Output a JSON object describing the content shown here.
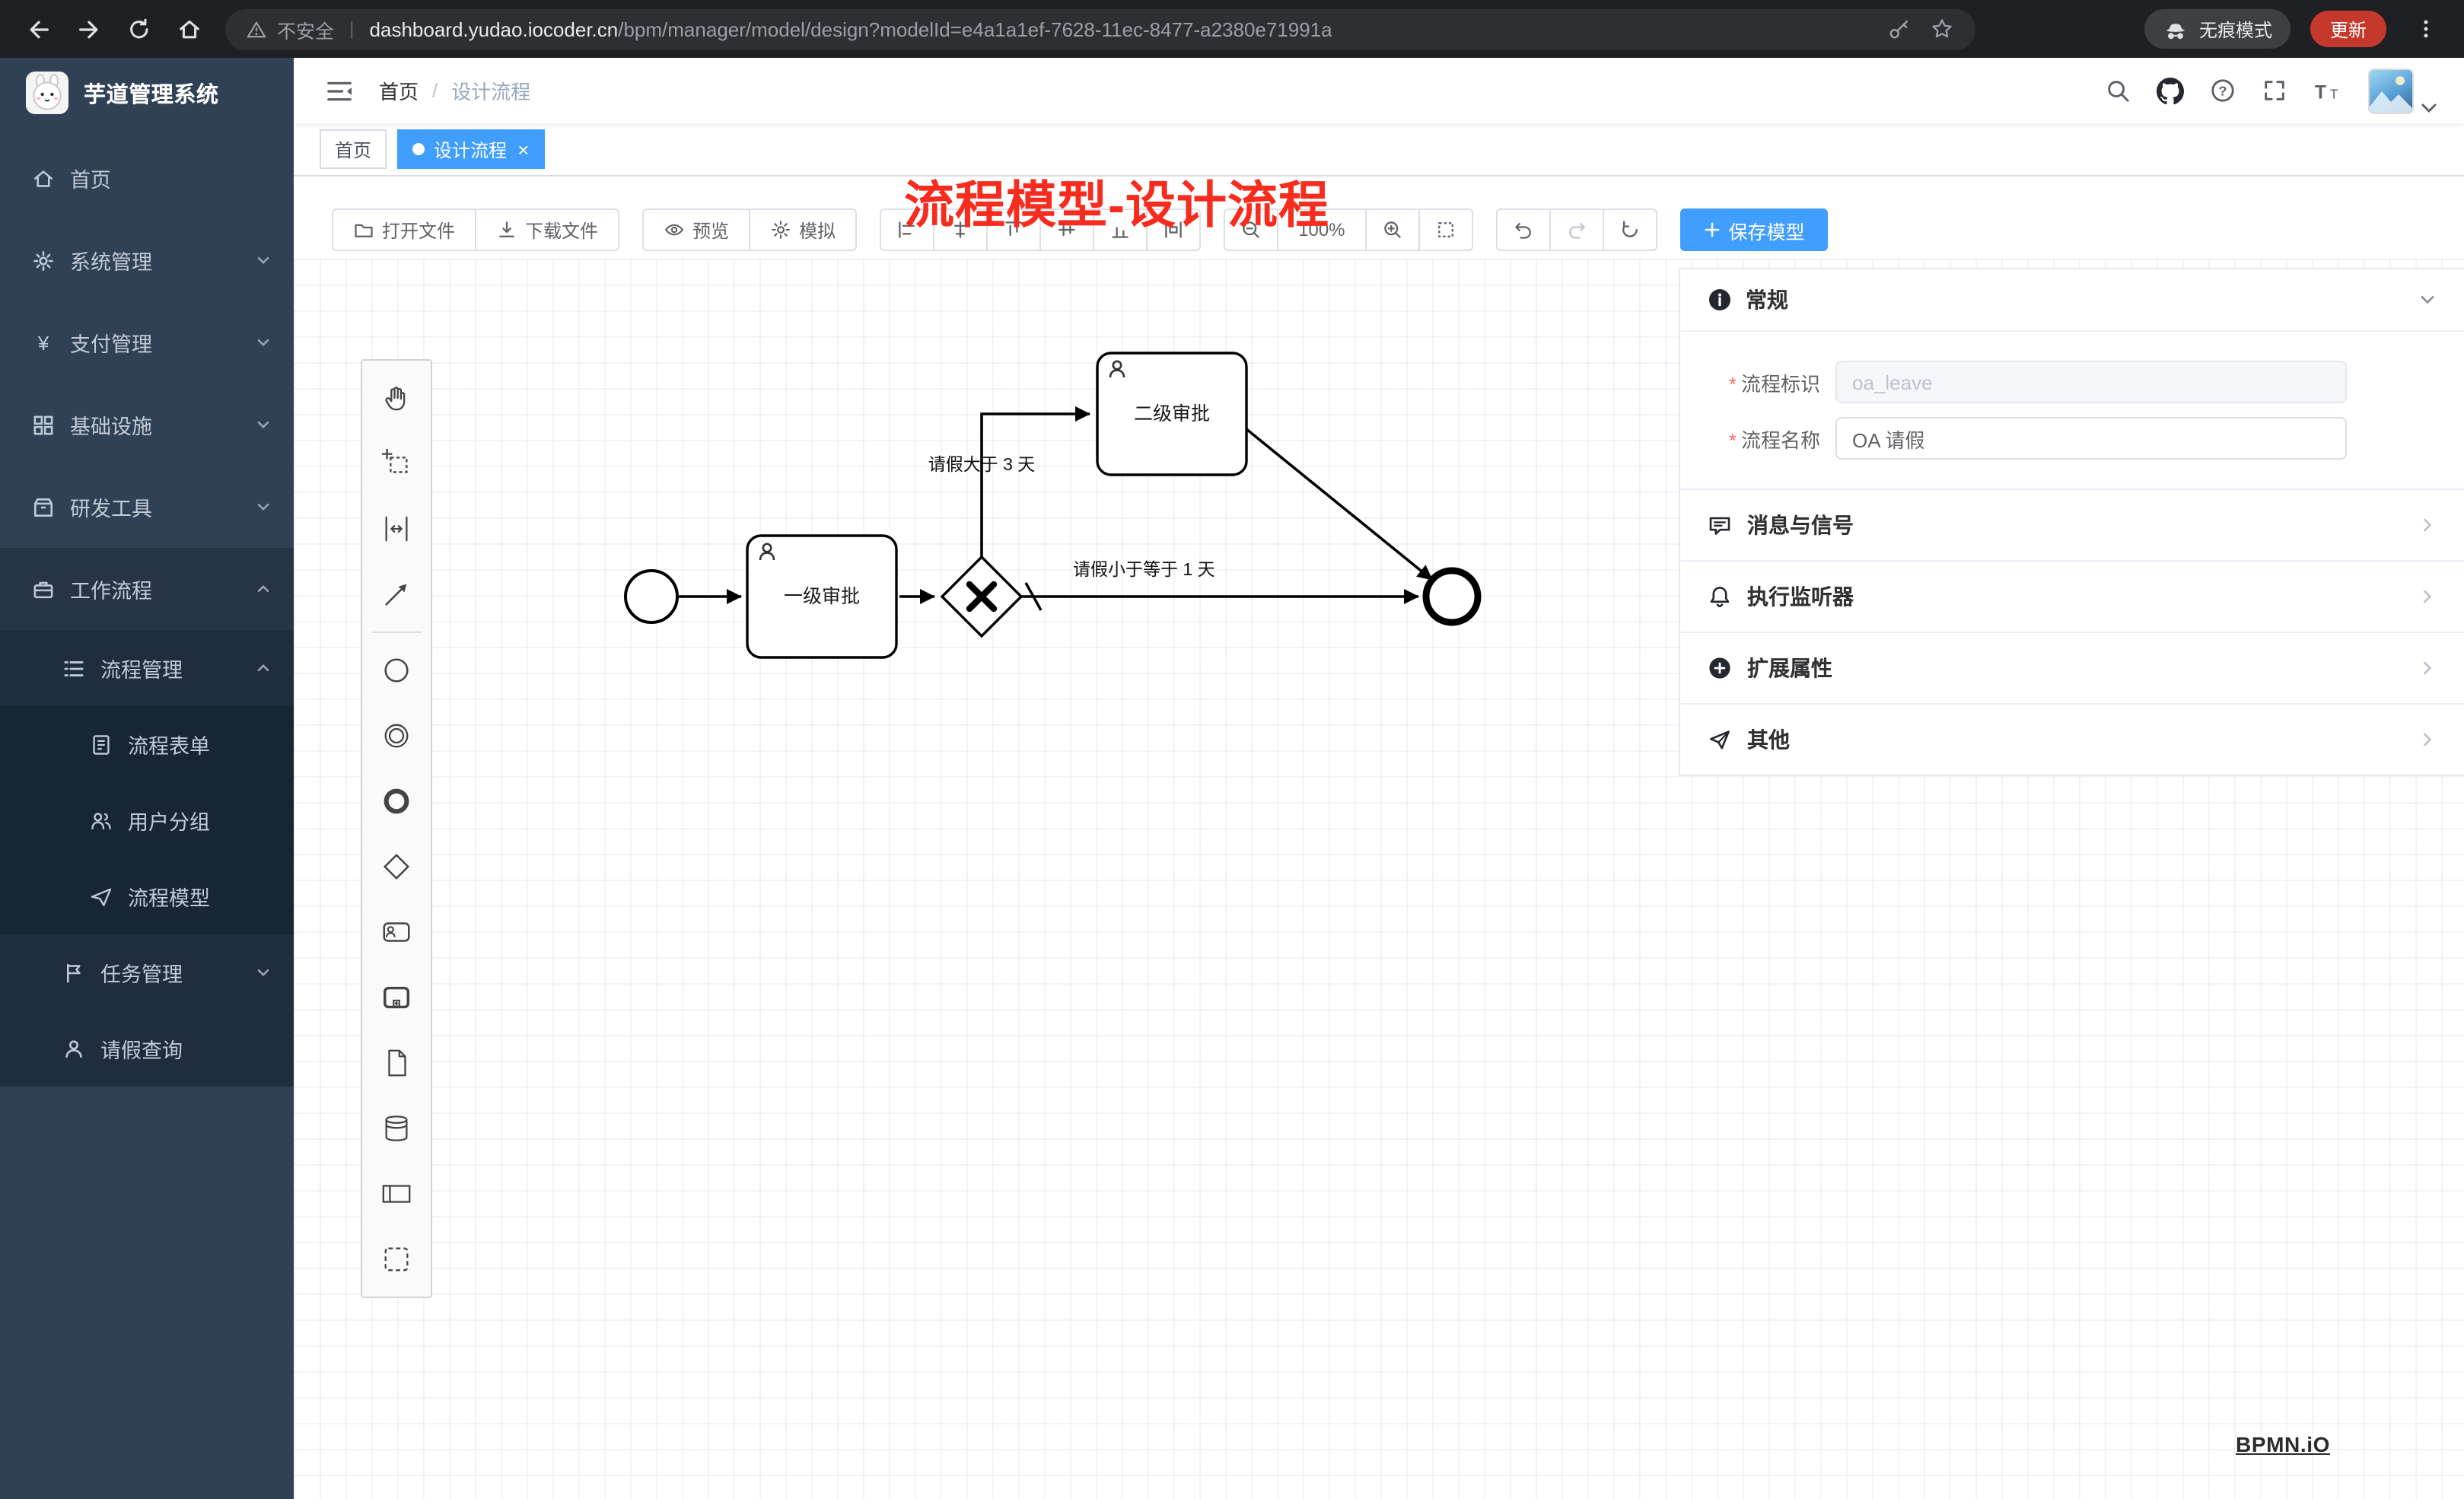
{
  "browser": {
    "security_label": "不安全",
    "url_domain": "dashboard.yudao.iocoder.cn",
    "url_path": "/bpm/manager/model/design?modelId=e4a1a1ef-7628-11ec-8477-a2380e71991a",
    "incognito_label": "无痕模式",
    "update_label": "更新",
    "nav_icons": [
      "back-icon",
      "forward-icon",
      "reload-icon",
      "home-icon",
      "key-icon",
      "star-icon",
      "incognito-icon",
      "menu-dots-icon"
    ]
  },
  "sidebar": {
    "logo_title": "芋道管理系统",
    "items": [
      {
        "label": "首页",
        "level": 1,
        "icon": "home-icon",
        "chevron": ""
      },
      {
        "label": "系统管理",
        "level": 1,
        "icon": "gear-icon",
        "chevron": "down"
      },
      {
        "label": "支付管理",
        "level": 1,
        "icon": "yen-icon",
        "chevron": "down"
      },
      {
        "label": "基础设施",
        "level": 1,
        "icon": "infrastructure-icon",
        "chevron": "down"
      },
      {
        "label": "研发工具",
        "level": 1,
        "icon": "tools-icon",
        "chevron": "down"
      },
      {
        "label": "工作流程",
        "level": 1,
        "icon": "briefcase-icon",
        "chevron": "up"
      },
      {
        "label": "流程管理",
        "level": 2,
        "icon": "list-icon",
        "chevron": "up"
      },
      {
        "label": "流程表单",
        "level": 3,
        "icon": "form-icon",
        "chevron": ""
      },
      {
        "label": "用户分组",
        "level": 3,
        "icon": "user-group-icon",
        "chevron": ""
      },
      {
        "label": "流程模型",
        "level": 3,
        "icon": "paper-plane-icon",
        "chevron": ""
      },
      {
        "label": "任务管理",
        "level": 2,
        "icon": "flag-icon",
        "chevron": "down"
      },
      {
        "label": "请假查询",
        "level": 2,
        "icon": "person-icon",
        "chevron": ""
      }
    ]
  },
  "header": {
    "breadcrumb_home": "首页",
    "breadcrumb_current": "设计流程",
    "annotation": "流程模型-设计流程",
    "action_icons": [
      "search-icon",
      "github-icon",
      "help-icon",
      "fullscreen-icon",
      "font-size-icon",
      "avatar",
      "caret-down-icon"
    ]
  },
  "tags": [
    {
      "label": "首页",
      "active": false
    },
    {
      "label": "设计流程",
      "active": true
    }
  ],
  "toolbar": {
    "open_file": "打开文件",
    "download_file": "下载文件",
    "preview": "预览",
    "simulate": "模拟",
    "zoom_level": "100%",
    "save_model": "保存模型",
    "icon_buttons": [
      "align-left-icon",
      "align-center-icon",
      "align-top-icon",
      "align-middle-icon",
      "align-bottom-icon",
      "distribute-icon",
      "zoom-out-icon",
      "zoom-in-icon",
      "zoom-reset-icon",
      "undo-icon",
      "redo-icon",
      "restart-icon",
      "plus-icon"
    ]
  },
  "canvas": {
    "palette_icons": [
      "hand-tool-icon",
      "lasso-tool-icon",
      "space-tool-icon",
      "global-connect-icon",
      "start-event-icon",
      "intermediate-event-icon",
      "end-event-icon",
      "gateway-icon",
      "user-task-icon",
      "call-activity-icon",
      "data-object-icon",
      "data-store-icon",
      "participant-icon",
      "group-icon"
    ],
    "nodes": {
      "task1_label": "一级审批",
      "task2_label": "二级审批"
    },
    "flow_labels": {
      "gt3": "请假大于 3 天",
      "le1": "请假小于等于 1 天"
    },
    "watermark": "BPMN.iO"
  },
  "properties": {
    "general_title": "常规",
    "fields": [
      {
        "label": "流程标识",
        "required": true,
        "value": "oa_leave",
        "disabled": true
      },
      {
        "label": "流程名称",
        "required": true,
        "value": "OA 请假",
        "disabled": false
      }
    ],
    "sections": [
      {
        "label": "消息与信号",
        "icon": "message-icon"
      },
      {
        "label": "执行监听器",
        "icon": "bell-icon"
      },
      {
        "label": "扩展属性",
        "icon": "plus-circle-icon"
      },
      {
        "label": "其他",
        "icon": "send-icon"
      }
    ]
  },
  "colors": {
    "accent": "#409eff",
    "annotation_red": "#f72c1e",
    "sidebar_bg": "#304156",
    "submenu_bg": "#1f2d3d",
    "chrome_bg": "#1f2023",
    "update_red": "#c5392d"
  }
}
